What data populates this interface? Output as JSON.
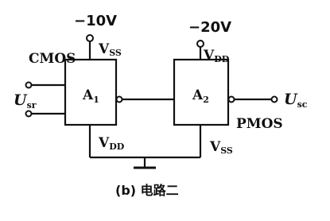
{
  "circuit": {
    "title": "(b) 电路二",
    "a1": {
      "block_label": "A",
      "block_label_sub": "1",
      "process_label": "CMOS",
      "supply_voltage": "−10V",
      "top_pin": "V",
      "top_pin_sub": "SS",
      "bottom_pin": "V",
      "bottom_pin_sub": "DD"
    },
    "a2": {
      "block_label": "A",
      "block_label_sub": "2",
      "process_label": "PMOS",
      "supply_voltage": "−20V",
      "top_pin": "V",
      "top_pin_sub": "DD",
      "bottom_pin": "V",
      "bottom_pin_sub": "SS"
    },
    "input": {
      "symbol": "U",
      "subscript": "sr"
    },
    "output": {
      "symbol": "U",
      "subscript": "sc"
    }
  }
}
